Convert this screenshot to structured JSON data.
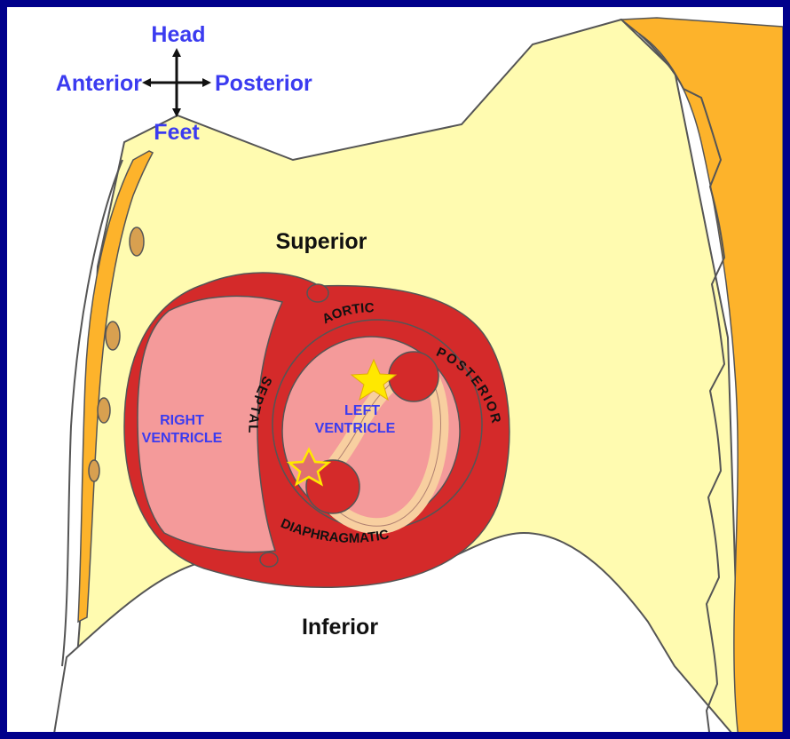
{
  "orientation": {
    "head": "Head",
    "feet": "Feet",
    "anterior": "Anterior",
    "posterior": "Posterior"
  },
  "regions": {
    "superior": "Superior",
    "inferior": "Inferior"
  },
  "walls": {
    "aortic": "AORTIC",
    "posterior": "POSTERIOR",
    "septal": "SEPTAL",
    "diaphragmatic": "DIAPHRAGMATIC"
  },
  "chambers": {
    "right_ventricle_line1": "RIGHT",
    "right_ventricle_line2": "VENTRICLE",
    "left_ventricle_line1": "LEFT",
    "left_ventricle_line2": "VENTRICLE"
  },
  "colors": {
    "border": "#00008b",
    "chest": "#fffbb0",
    "bone": "#fdb32b",
    "myocardium": "#d42a2a",
    "chamber": "#f49a9a",
    "ring": "#f8cfa0",
    "star": "#ffe800",
    "label_blue": "#3b3bf0"
  }
}
